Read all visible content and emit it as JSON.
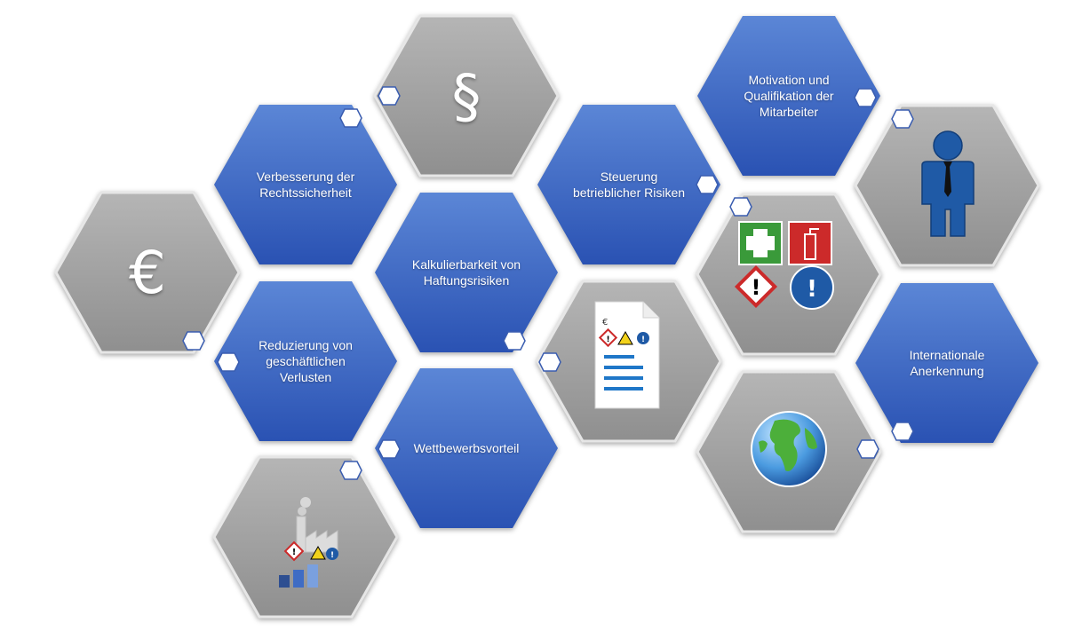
{
  "colors": {
    "blue_hex_top": "#5b86d6",
    "blue_hex_bottom": "#2a52b3",
    "gray_hex_top": "#b5b5b5",
    "gray_hex_bottom": "#8f8f8f",
    "gray_hex_border": "#e6e6e6",
    "connector_fill": "#ffffff",
    "connector_stroke": "#3a5db0",
    "icon_blue": "#1f5aa6",
    "icon_green": "#3a9a3a",
    "icon_red": "#cc2a2a",
    "icon_yellow": "#f2d21b"
  },
  "hexes": {
    "verbesserung": {
      "label": "Verbesserung der Rechtssicherheit"
    },
    "reduzierung": {
      "label": "Reduzierung von geschäftlichen Verlusten"
    },
    "kalkulierbarkeit": {
      "label": "Kalkulierbarkeit von Haftungsrisiken"
    },
    "wettbewerb": {
      "label": "Wettbewerbsvorteil"
    },
    "steuerung": {
      "label": "Steuerung betrieblicher Risiken"
    },
    "motivation": {
      "label": "Motivation und Qualifikation der Mitarbeiter"
    },
    "international": {
      "label": "Internationale Anerkennung"
    }
  },
  "symbols": {
    "euro": "€",
    "paragraph": "§",
    "doc_euro": "€",
    "exclamation": "!"
  },
  "icons": {
    "euro": "euro-icon",
    "paragraph": "paragraph-icon",
    "factory": "factory-hazard-icon",
    "document": "hazard-document-icon",
    "safety_signs": "safety-signs-icon",
    "employee": "employee-icon",
    "globe": "globe-icon"
  }
}
